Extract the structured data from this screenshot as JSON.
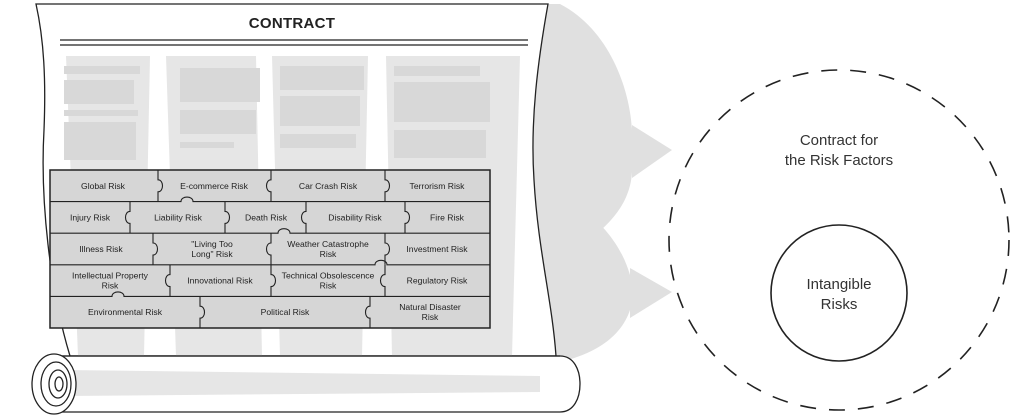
{
  "document": {
    "title": "CONTRACT"
  },
  "risk_grid": {
    "rows": [
      [
        "Global Risk",
        "E-commerce Risk",
        "Car Crash Risk",
        "Terrorism Risk"
      ],
      [
        "Injury Risk",
        "Liability Risk",
        "Death Risk",
        "Disability Risk",
        "Fire Risk"
      ],
      [
        "Illness Risk",
        "\"Living Too Long\" Risk",
        "Weather Catastrophe Risk",
        "Investment Risk"
      ],
      [
        "Intellectual Property Risk",
        "Innovational Risk",
        "Technical Obsolescence Risk",
        "Regulatory Risk"
      ],
      [
        "Environmental Risk",
        "Political Risk",
        "Natural Disaster Risk"
      ]
    ]
  },
  "outer_circle": {
    "label_line1": "Contract for",
    "label_line2": "the Risk Factors"
  },
  "inner_circle": {
    "label_line1": "Intangible",
    "label_line2": "Risks"
  },
  "colors": {
    "arrow_fill": "#dcdcdc",
    "scroll_shadow": "#e2e2e2",
    "puzzle_fill": "#d4d4d4",
    "text_block": "#dddddd",
    "stroke": "#222222"
  }
}
